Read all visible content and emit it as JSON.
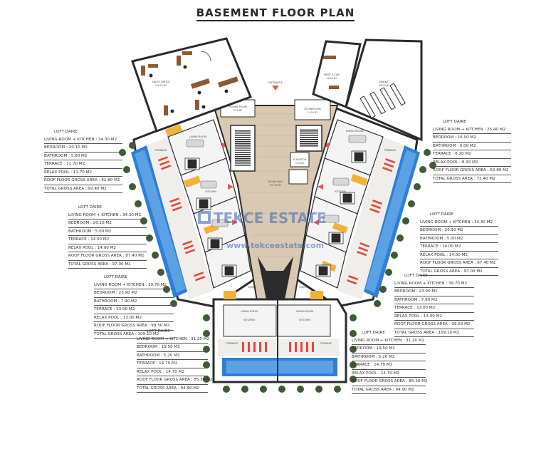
{
  "title": "BASEMENT FLOOR PLAN",
  "rooms": {
    "sales_office": "SALES OFFICE",
    "sales_office_area": "106.15 M2",
    "rent_a_car": "RENT A CAR",
    "rent_a_car_area": "46.60 M2",
    "market": "MARKET",
    "market_area": "88.00 M2",
    "entrance": "ENTRANCE",
    "power_room": "POWER ROOM",
    "power_area": "8.00 M2",
    "storeroom": "STOREROOM",
    "storeroom_area": "14.00 M2",
    "elevator": "ELEVATOR",
    "elevator_area": "4.80 M2",
    "floor_hall": "FLOOR HALL",
    "floor_hall_area": "270.00 M2",
    "living_room": "LIVING ROOM",
    "kitchen": "KITCHEN",
    "terrace": "TERRACE",
    "shaft": "SHAFT"
  },
  "watermark": {
    "brand": "TEKCE ESTATE",
    "url": "www.tekceestate.com"
  },
  "units": [
    {
      "name": "LOFT DAIRE",
      "rows": [
        "LIVING ROOM + KITCHEN : 34.30 M2",
        "BEDROOM : 20.10 M2",
        "BATHROOM : 5.00 M2",
        "TERRACE : 11.70 M2",
        "RELAX POOL : 11.70 M2",
        "ROOF FLOOR GROSS AREA : 82.80 M2",
        "TOTAL GROSS AREA : 92.40 M2"
      ]
    },
    {
      "name": "LOFT DAIRE",
      "rows": [
        "LIVING ROOM + KITCHEN : 25.40 M2",
        "BEDROOM : 16.00 M2",
        "BATHROOM : 5.00 M2",
        "TERRACE : 8.20 M2",
        "RELAX POOL : 8.20 M2",
        "ROOF FLOOR GROSS AREA : 62.80 M2",
        "TOTAL GROSS AREA : 72.40 M2"
      ]
    },
    {
      "name": "LOFT DAIRE",
      "rows": [
        "LIVING ROOM + KITCHEN : 34.30 M2",
        "BEDROOM : 20.10 M2",
        "BATHROOM : 5.00 M2",
        "TERRACE : 14.00 M2",
        "RELAX POOL : 14.00 M2",
        "ROOF FLOOR GROSS AREA : 87.40 M2",
        "TOTAL GROSS AREA : 97.00 M2"
      ]
    },
    {
      "name": "LOFT DAIRE",
      "rows": [
        "LIVING ROOM + KITCHEN : 34.30 M2",
        "BEDROOM : 20.10 M2",
        "BATHROOM : 5.00 M2",
        "TERRACE : 14.00 M2",
        "RELAX POOL : 14.00 M2",
        "ROOF FLOOR GROSS AREA : 87.40 M2",
        "TOTAL GROSS AREA : 97.00 M2"
      ]
    },
    {
      "name": "LOFT DAIRE",
      "rows": [
        "LIVING ROOM + KITCHEN : 39.70 M2",
        "BEDROOM : 23.90 M2",
        "BATHROOM : 7.90 M2",
        "TERRACE : 13.00 M2",
        "RELAX POOL : 13.00 M2",
        "ROOF FLOOR GROSS AREA : 99.50 M2",
        "TOTAL GROSS AREA : 109.10 M2"
      ]
    },
    {
      "name": "LOFT DAIRE",
      "rows": [
        "LIVING ROOM + KITCHEN : 39.70 M2",
        "BEDROOM : 23.90 M2",
        "BATHROOM : 7.90 M2",
        "TERRACE : 13.00 M2",
        "RELAX POOL : 13.00 M2",
        "ROOF FLOOR GROSS AREA : 99.50 M2",
        "TOTAL GROSS AREA : 109.10 M2"
      ]
    },
    {
      "name": "LOFT DAIRE",
      "rows": [
        "LIVING ROOM + KITCHEN : 31.20 M2",
        "BEDROOM : 19.50 M2",
        "BATHROOM : 5.20 M2",
        "TERRACE : 14.70 M2",
        "RELAX POOL : 14.70 M2",
        "ROOF FLOOR GROSS AREA : 85.30 M2",
        "TOTAL GROSS AREA : 94.90 M2"
      ]
    },
    {
      "name": "LOFT DAIRE",
      "rows": [
        "LIVING ROOM + KITCHEN : 31.20 M2",
        "BEDROOM : 19.50 M2",
        "BATHROOM : 5.20 M2",
        "TERRACE : 14.70 M2",
        "RELAX POOL : 14.70 M2",
        "ROOF FLOOR GROSS AREA : 85.30 M2",
        "TOTAL GROSS AREA : 94.90 M2"
      ]
    }
  ],
  "colors": {
    "wall": "#2b2b2b",
    "hall_floor": "#d9c9b3",
    "pool": "#2f7fd6",
    "pool_light": "#7fbff0",
    "terrace": "#f0eeea",
    "lounger": "#e8463f",
    "stairs": "#f2b23a",
    "tree": "#3f5b36",
    "desk": "#8a5a32"
  }
}
